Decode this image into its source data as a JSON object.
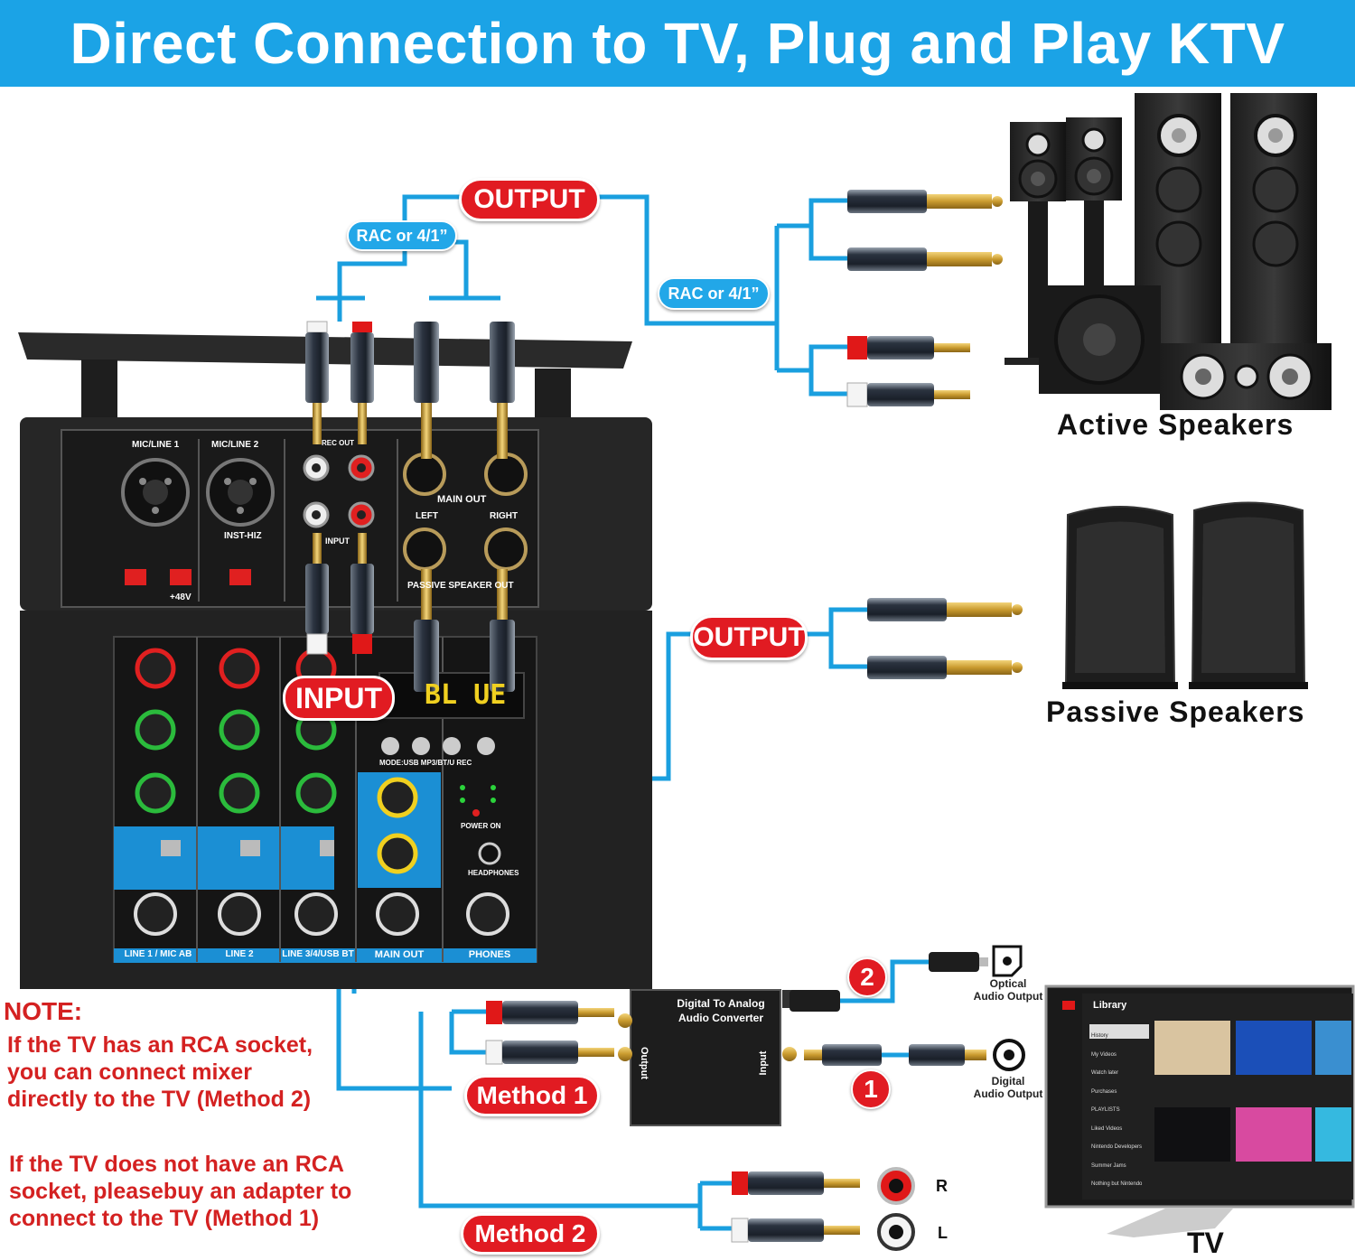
{
  "banner": {
    "title": "Direct Connection to TV, Plug and Play KTV"
  },
  "labels": {
    "output_top": "OUTPUT",
    "rac_left": "RAC or 4/1”",
    "rac_right": "RAC or 4/1”",
    "output_mid": "OUTPUT",
    "input": "INPUT",
    "method1": "Method 1",
    "method2": "Method 2",
    "active_speakers": "Active Speakers",
    "passive_speakers": "Passive Speakers",
    "tv": "TV",
    "converter_line1": "Digital To Analog",
    "converter_line2": "Audio Converter",
    "converter_side_out": "Output",
    "converter_side_in": "Input",
    "optical": "Optical\nAudio Output",
    "digital": "Digital\nAudio Output",
    "step1": "1",
    "step2": "2",
    "r": "R",
    "l": "L"
  },
  "note": {
    "heading": "NOTE:",
    "para1": "If the TV has an RCA socket, you can connect mixer directly to the TV (Method 2)",
    "para2": "If the TV does not have an RCA socket, pleasebuy an adapter to connect to the TV (Method 1)"
  },
  "mixer": {
    "ch1": "MIC/LINE 1",
    "ch2": "MIC/LINE 2",
    "rec_out": "REC OUT",
    "main_out": "MAIN OUT",
    "left": "LEFT",
    "right": "RIGHT",
    "passive_out": "PASSIVE SPEAKER OUT",
    "input": "INPUT",
    "inst_hiz": "INST-HIZ",
    "plus48": "+48V",
    "mode": "MODE:USB MP3/BT/U REC",
    "display": "BL UE",
    "headphones": "HEADPHONES",
    "power_on": "POWER ON",
    "strips": [
      "LINE 1 / MIC AB",
      "LINE 2",
      "LINE 3/4/USB BT",
      "MAIN OUT",
      "PHONES"
    ]
  },
  "tv_screen": {
    "library": "Library",
    "menu": [
      "History",
      "My Videos",
      "Watch later",
      "Purchases",
      "PLAYLISTS",
      "Liked Videos",
      "Nintendo Developers",
      "Summer Jams",
      "Nothing but Nintendo"
    ]
  },
  "colors": {
    "cable": "#1a9fdf",
    "accent_red": "#e11b22",
    "banner": "#1ba3e6"
  }
}
